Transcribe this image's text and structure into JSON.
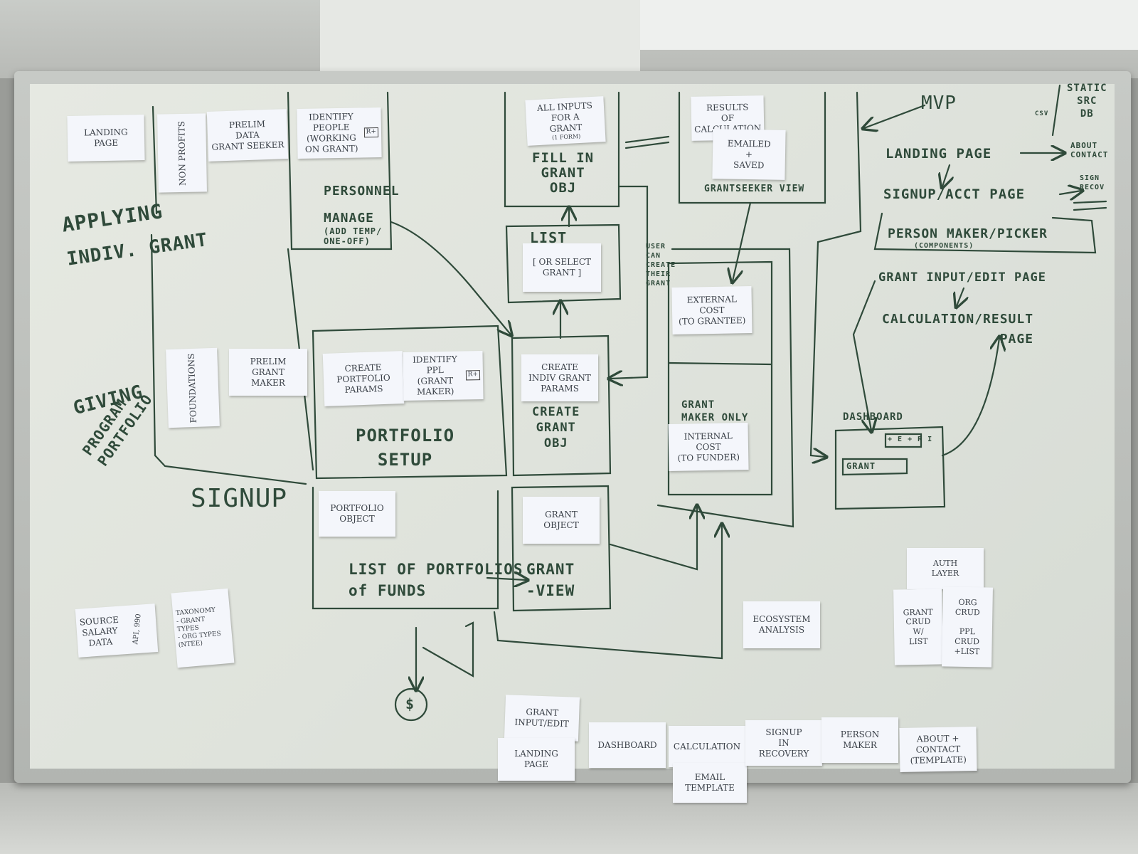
{
  "board": {
    "headings": {
      "applying": "APPLYING",
      "indiv_grant": "INDIV. GRANT",
      "giving": "GIVING",
      "program_portfolio": "PROGRAM\nPORTFOLIO",
      "signup": "SIGNUP",
      "fill_in_grant": "FILL IN\nGRANT\nOBJ",
      "list": "LIST",
      "personnel_manage": "PERSONNEL\nMANAGE",
      "add_temp": "(ADD TEMP/\nONE-OFF)",
      "portfolio_setup": "PORTFOLIO\nSETUP",
      "create_grant_obj": "CREATE\nGRANT\nOBJ",
      "list_of_portfolios": "LIST OF PORTFOLIOS\nof FUNDS",
      "grant_view": "GRANT\n-VIEW",
      "grantseeker_view": "GRANTSEEKER VIEW",
      "user_can_create": "USER\nCAN\nCREATE\nTHEIR\nGRANT",
      "grantmaker_only": "GRANT\nMAKER ONLY",
      "dashboard_wire": "DASHBOARD",
      "grant_wire": "GRANT",
      "badges_wire": "+ E + R I",
      "dollar": "$"
    },
    "mvp": {
      "title": "MVP",
      "static_src_db": "STATIC\nSRC\nDB",
      "csv": "CSV",
      "landing_page": "LANDING PAGE",
      "about_contact": "ABOUT\nCONTACT",
      "signup_acct": "SIGNUP/ACCT PAGE",
      "sign_recov": "SIGN\nRECOV",
      "person_maker": "PERSON MAKER/PICKER",
      "components": "(COMPONENTS)",
      "grant_input": "GRANT INPUT/EDIT PAGE",
      "calculation_result": "CALCULATION/RESULT\nPAGE"
    },
    "notes": {
      "landing_page": "LANDING\nPAGE",
      "non_profits": "NON PROFITS",
      "prelim_data": "PRELIM\nDATA\nGRANT SEEKER",
      "identify_people": "IDENTIFY\nPEOPLE\n(WORKING ON GRANT)",
      "identify_people_badge": "R+",
      "all_inputs": "ALL INPUTS\nFOR A\nGRANT",
      "all_inputs_sub": "(1 FORM)",
      "results": "RESULTS\nOF\nCALCULATION",
      "emailed": "EMAILED\n+\nSAVED",
      "select_grant": "[ OR SELECT\nGRANT ]",
      "external_cost": "EXTERNAL\nCOST\n(TO GRANTEE)",
      "foundations": "FOUNDATIONS",
      "prelim_grant_maker": "PRELIM\nGRANT\nMAKER",
      "create_portfolio_params": "CREATE\nPORTFOLIO\nPARAMS",
      "identify_ppl": "IDENTIFY\nPPL\n(GRANT MAKER)",
      "identify_ppl_badge": "R+",
      "create_indiv_grant_params": "CREATE\nINDIV GRANT\nPARAMS",
      "internal_cost": "INTERNAL\nCOST\n(TO FUNDER)",
      "portfolio_object": "PORTFOLIO\nOBJECT",
      "grant_object": "GRANT\nOBJECT",
      "source_salary": "SOURCE\nSALARY\nDATA",
      "api_990": "API, 990",
      "taxonomy": "TAXONOMY\n- GRANT TYPES\n- ORG TYPES\n(NTEE)",
      "auth_layer": "AUTH\nLAYER",
      "grant_crud": "GRANT\nCRUD\nW/\nLIST",
      "org_crud": "ORG\nCRUD\n\nPPL\nCRUD\n+LIST",
      "ecosystem": "ECOSYSTEM\nANALYSIS",
      "grant_input_edit": "GRANT\nINPUT/EDIT",
      "landing_page_bottom": "LANDING\nPAGE",
      "dashboard": "DASHBOARD",
      "calculation": "CALCULATION",
      "email_template": "EMAIL\nTEMPLATE",
      "signup_recovery": "SIGNUP\nIN\nRECOVERY",
      "person_maker": "PERSON\nMAKER",
      "about_contact": "ABOUT +\nCONTACT\n(TEMPLATE)"
    }
  }
}
